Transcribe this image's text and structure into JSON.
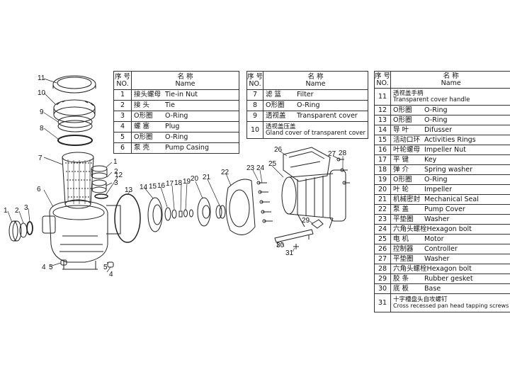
{
  "header": {
    "no_zh": "序 号",
    "no_en": "NO.",
    "name_zh": "名 称",
    "name_en": "Name"
  },
  "table1": [
    {
      "no": "1",
      "zh": "接头螺母",
      "en": "Tie-in Nut"
    },
    {
      "no": "2",
      "zh": "接 头",
      "en": "Tie"
    },
    {
      "no": "3",
      "zh": "O形圈",
      "en": "O-Ring"
    },
    {
      "no": "4",
      "zh": "螺 塞",
      "en": "Plug"
    },
    {
      "no": "5",
      "zh": "O形圈",
      "en": "O-Ring"
    },
    {
      "no": "6",
      "zh": "泵 壳",
      "en": "Pump Casing"
    }
  ],
  "table2": [
    {
      "no": "7",
      "zh": "滤 篮",
      "en": "Filter"
    },
    {
      "no": "8",
      "zh": "O形圈",
      "en": "O-Ring"
    },
    {
      "no": "9",
      "zh": "透视盖",
      "en": "Transparent cover"
    },
    {
      "no": "10",
      "zh": "透视盖压盖",
      "en": "Gland cover of transparent cover"
    }
  ],
  "table3": [
    {
      "no": "11",
      "zh": "透视盖手柄",
      "en": "Transparent cover handle"
    },
    {
      "no": "12",
      "zh": "O形圈",
      "en": "O-Ring"
    },
    {
      "no": "13",
      "zh": "O形圈",
      "en": "O-Ring"
    },
    {
      "no": "14",
      "zh": "导 叶",
      "en": "Difusser"
    },
    {
      "no": "15",
      "zh": "活动口环",
      "en": "Activities Rings"
    },
    {
      "no": "16",
      "zh": "叶轮螺母",
      "en": "Impeller Nut"
    },
    {
      "no": "17",
      "zh": "平 键",
      "en": "Key"
    },
    {
      "no": "18",
      "zh": "弹 介",
      "en": "Spring washer"
    },
    {
      "no": "19",
      "zh": "O形圈",
      "en": "O-Ring"
    },
    {
      "no": "20",
      "zh": "叶 轮",
      "en": "Impeller"
    },
    {
      "no": "21",
      "zh": "机械密封",
      "en": "Mechanical Seal"
    },
    {
      "no": "22",
      "zh": "泵 盖",
      "en": "Pump Cover"
    },
    {
      "no": "23",
      "zh": "平垫圈",
      "en": "Washer"
    },
    {
      "no": "24",
      "zh": "六角头螺栓",
      "en": "Hexagon bolt"
    },
    {
      "no": "25",
      "zh": "电 机",
      "en": "Motor"
    },
    {
      "no": "26",
      "zh": "控制器",
      "en": "Controller"
    },
    {
      "no": "27",
      "zh": "平垫圈",
      "en": "Washer"
    },
    {
      "no": "28",
      "zh": "六角头螺栓",
      "en": "Hexagon bolt"
    },
    {
      "no": "29",
      "zh": "胶 条",
      "en": "Rubber gesket"
    },
    {
      "no": "30",
      "zh": "底 板",
      "en": "Base"
    },
    {
      "no": "31",
      "zh": "十字槽盘头自攻螺钉",
      "en": "Cross recessed pan head tapping screws"
    }
  ],
  "callouts": {
    "c1": "1",
    "c2": "2",
    "c3": "3",
    "c4a": "4",
    "c5a": "5",
    "c4b": "4",
    "c5b": "5",
    "c6": "6",
    "c7": "7",
    "c8": "8",
    "c9": "9",
    "c10": "10",
    "c11": "11",
    "c1b": "1",
    "c2b": "2",
    "c3b": "3",
    "c12": "12",
    "c13": "13",
    "c14": "14",
    "c15": "15",
    "c16": "16",
    "c17": "17",
    "c18": "18",
    "c19": "19",
    "c20": "20",
    "c21": "21",
    "c22": "22",
    "c23": "23",
    "c24": "24",
    "c25": "25",
    "c26": "26",
    "c27": "27",
    "c28": "28",
    "c29": "29",
    "c30": "30",
    "c31": "31"
  }
}
